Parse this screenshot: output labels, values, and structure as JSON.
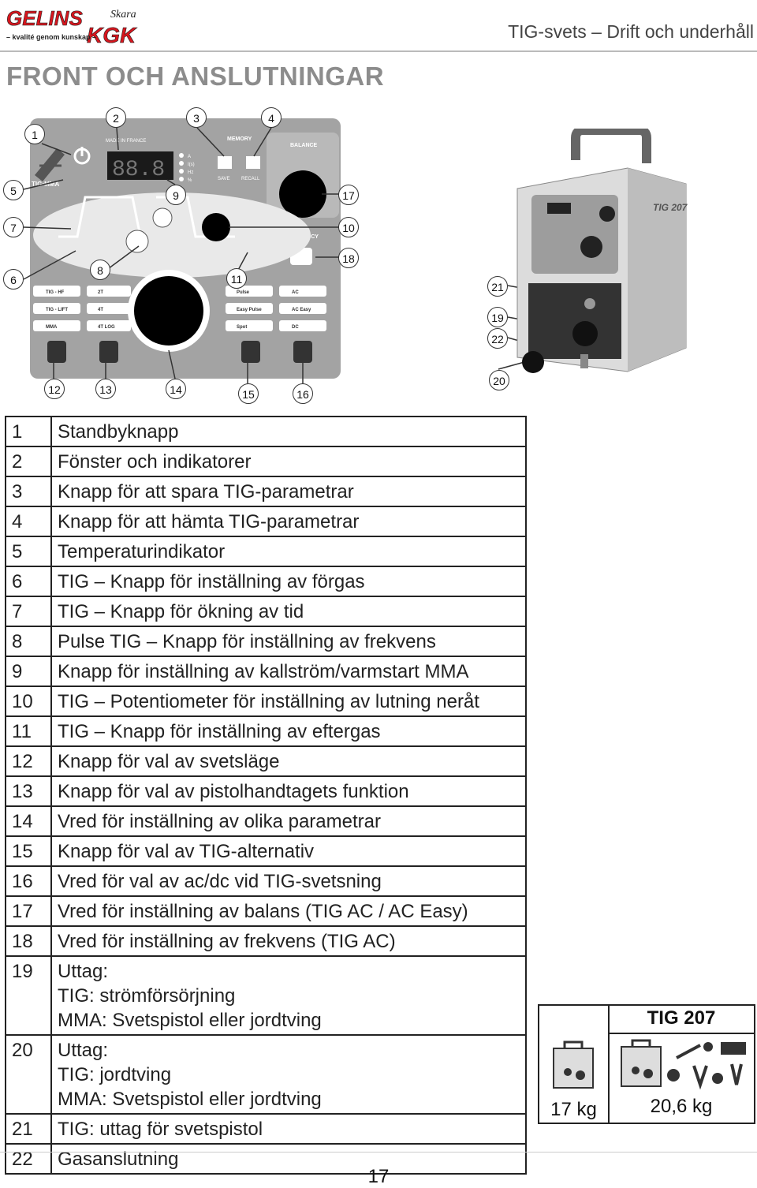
{
  "header": {
    "logo_text_main": "GELINS",
    "logo_text_script": "Skara",
    "logo_text_brand": "KGK",
    "logo_tagline": "– kvalité genom kunskap –",
    "doc_title": "TIG-svets – Drift och underhåll"
  },
  "section_title": "FRONT OCH ANSLUTNINGAR",
  "panel_labels": {
    "made_in_france": "MADE IN FRANCE",
    "memory": "MEMORY",
    "save": "SAVE",
    "recall": "RECALL",
    "balance": "BALANCE",
    "frequency": "FREQUENCY",
    "tig_mma": "TIG•MMA",
    "display": "88.8",
    "units": [
      "A",
      "I(s)",
      "Hz",
      "%"
    ],
    "modes_left": [
      "TIG - HF",
      "TIG - LIFT",
      "MMA"
    ],
    "modes_trigger": [
      "2T",
      "4T",
      "4T LOG"
    ],
    "modes_pulse": [
      "Pulse",
      "Easy Pulse",
      "Spot"
    ],
    "modes_ac": [
      "AC",
      "AC Easy",
      "DC"
    ]
  },
  "callouts": [
    "1",
    "2",
    "3",
    "4",
    "5",
    "6",
    "7",
    "8",
    "9",
    "10",
    "11",
    "12",
    "13",
    "14",
    "15",
    "16",
    "17",
    "18",
    "19",
    "20",
    "21",
    "22"
  ],
  "legend": [
    {
      "num": "1",
      "lines": [
        "Standbyknapp"
      ]
    },
    {
      "num": "2",
      "lines": [
        "Fönster och indikatorer"
      ]
    },
    {
      "num": "3",
      "lines": [
        "Knapp för att spara TIG-parametrar"
      ]
    },
    {
      "num": "4",
      "lines": [
        "Knapp för att hämta TIG-parametrar"
      ]
    },
    {
      "num": "5",
      "lines": [
        "Temperaturindikator"
      ]
    },
    {
      "num": "6",
      "lines": [
        "TIG – Knapp för inställning av förgas"
      ]
    },
    {
      "num": "7",
      "lines": [
        "TIG – Knapp för ökning av tid"
      ]
    },
    {
      "num": "8",
      "lines": [
        "Pulse TIG – Knapp för inställning av frekvens"
      ]
    },
    {
      "num": "9",
      "lines": [
        "Knapp för inställning av kallström/varmstart MMA"
      ]
    },
    {
      "num": "10",
      "lines": [
        "TIG – Potentiometer för inställning av lutning neråt"
      ]
    },
    {
      "num": "11",
      "lines": [
        "TIG – Knapp för inställning av eftergas"
      ]
    },
    {
      "num": "12",
      "lines": [
        "Knapp för val av svetsläge"
      ]
    },
    {
      "num": "13",
      "lines": [
        "Knapp för val av pistolhandtagets funktion"
      ]
    },
    {
      "num": "14",
      "lines": [
        "Vred för inställning av olika parametrar"
      ]
    },
    {
      "num": "15",
      "lines": [
        "Knapp för val av TIG-alternativ"
      ]
    },
    {
      "num": "16",
      "lines": [
        "Vred för val av ac/dc vid TIG-svetsning"
      ]
    },
    {
      "num": "17",
      "lines": [
        "Vred för inställning av balans (TIG AC / AC Easy)"
      ]
    },
    {
      "num": "18",
      "lines": [
        "Vred för inställning av frekvens (TIG AC)"
      ]
    },
    {
      "num": "19",
      "lines": [
        "Uttag:",
        "TIG: strömförsörjning",
        "MMA: Svetspistol eller jordtving"
      ]
    },
    {
      "num": "20",
      "lines": [
        "Uttag:",
        "TIG: jordtving",
        "MMA: Svetspistol eller jordtving"
      ]
    },
    {
      "num": "21",
      "lines": [
        "TIG: uttag för svetspistol"
      ]
    },
    {
      "num": "22",
      "lines": [
        "Gasanslutning"
      ]
    }
  ],
  "weights": {
    "model": "TIG 207",
    "weight_machine": "17 kg",
    "weight_kit": "20,6 kg"
  },
  "page_number": "17"
}
